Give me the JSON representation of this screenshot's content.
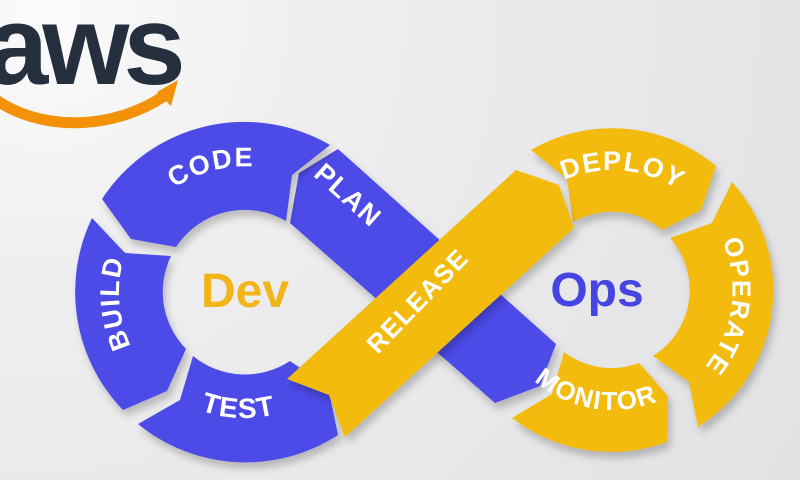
{
  "logo": {
    "text": "aws"
  },
  "diagram": {
    "dev": {
      "center_label": "Dev",
      "segments": {
        "plan": "PLAN",
        "code": "CODE",
        "build": "BUILD",
        "test": "TEST"
      }
    },
    "ops": {
      "center_label": "Ops",
      "segments": {
        "deploy": "DEPLOY",
        "operate": "OPERATE",
        "monitor": "MONITOR"
      }
    },
    "crossover": {
      "release": "RELEASE"
    }
  },
  "colors": {
    "blue": "#4d4ce8",
    "yellow": "#f2bb0d",
    "dev_text": "#f1b51b",
    "ops_text": "#4645e2",
    "label": "#ffffff",
    "aws_text": "#252f3e",
    "aws_swoosh": "#f39208",
    "bg": "#e8e8ea"
  }
}
